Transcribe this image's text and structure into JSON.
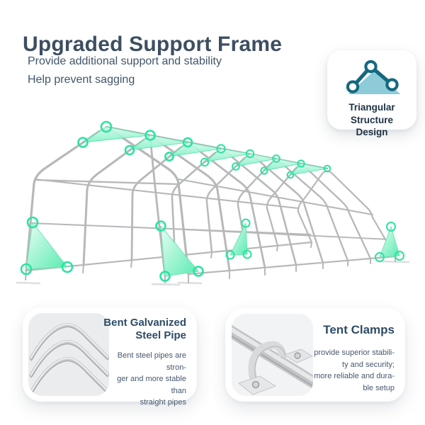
{
  "header": {
    "title": "Upgraded Support Frame",
    "subtitle_line1": "Provide additional support and stability",
    "subtitle_line2": "Help prevent sagging"
  },
  "badge": {
    "icon": "triangular-structure-icon",
    "label_lines": [
      "Triangular",
      "Structure",
      "Design"
    ]
  },
  "illustration": {
    "name": "upgraded-support-frame-diagram",
    "highlights": [
      "ridge-triangle-gussets",
      "corner-triangle-gussets",
      "joint-rings"
    ]
  },
  "features": [
    {
      "icon": "bent-pipes-icon",
      "title_lines": [
        "Bent Galvanized",
        "Steel Pipe"
      ],
      "body_lines": [
        "Bent steel pipes are stron-",
        "ger and more stable than",
        "straight pipes"
      ]
    },
    {
      "icon": "tent-clamp-icon",
      "title_lines": [
        "Tent Clamps"
      ],
      "body_lines": [
        "provide superior stabili-",
        "ty and security;",
        "more reliable and dura-",
        "ble setup"
      ]
    }
  ],
  "colors": {
    "title_slate": "#3d4e60",
    "badge_text": "#1d3243",
    "accent_mint": "#35e5a5",
    "mint_fill_light": "#e9fdf4",
    "mint_fill_deep": "#57ecb0",
    "pipe_gray": "#b6b8ba",
    "icon_teal_dark": "#15697e",
    "icon_teal_light": "#8ecbd8",
    "card_background": "#ffffff",
    "icon_box_gray": "#ebecee"
  }
}
